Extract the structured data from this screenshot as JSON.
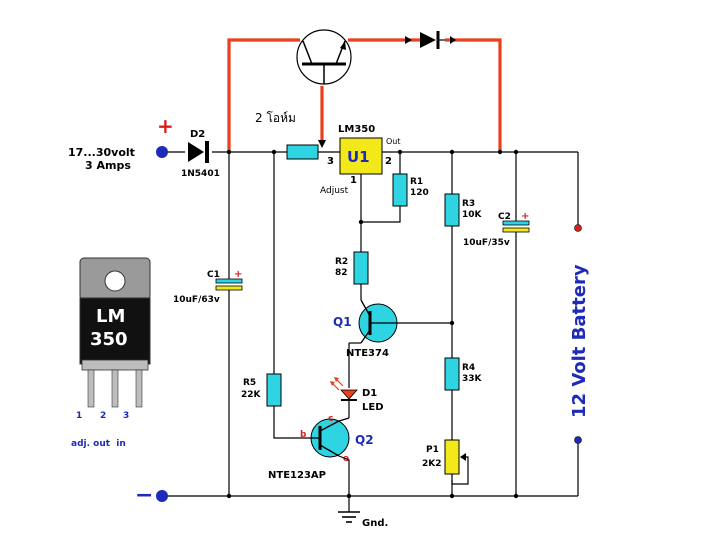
{
  "input": {
    "plus_sign": "+",
    "minus_sign": "−",
    "voltage": "17...30volt",
    "current": "3 Amps"
  },
  "d2": {
    "name": "D2",
    "part": "1N5401"
  },
  "resistor_top": {
    "value": "2 โอห์ม"
  },
  "u1": {
    "part": "LM350",
    "name": "U1",
    "pin_in": "3",
    "pin_out": "2",
    "pin_adj": "1",
    "out_label": "Out",
    "adj_label": "Adjust"
  },
  "r1": {
    "name": "R1",
    "value": "120"
  },
  "r2": {
    "name": "R2",
    "value": "82"
  },
  "r3": {
    "name": "R3",
    "value": "10K"
  },
  "r4": {
    "name": "R4",
    "value": "33K"
  },
  "r5": {
    "name": "R5",
    "value": "22K"
  },
  "p1": {
    "name": "P1",
    "value": "2K2"
  },
  "c1": {
    "name": "C1",
    "value": "10uF/63v"
  },
  "c2": {
    "name": "C2",
    "value": "10uF/35v"
  },
  "q1": {
    "name": "Q1",
    "part": "NTE374"
  },
  "q2": {
    "name": "Q2",
    "part": "NTE123AP",
    "pin_b": "b",
    "pin_c": "c",
    "pin_e": "e"
  },
  "d1": {
    "name": "D1",
    "label": "LED"
  },
  "gnd": {
    "label": "Gnd."
  },
  "battery": {
    "label": "12 Volt Battery"
  },
  "package": {
    "line1": "LM",
    "line2": "350",
    "pin1": "1",
    "pin2": "2",
    "pin3": "3",
    "pin_names": "adj. out  in"
  },
  "colors": {
    "wire": "#000000",
    "bypass_wire": "#e8401c",
    "resistor": "#2fd4e2",
    "regulator": "#f3e81a",
    "label_blue": "#1d2bb8",
    "label_red": "#d82020"
  }
}
